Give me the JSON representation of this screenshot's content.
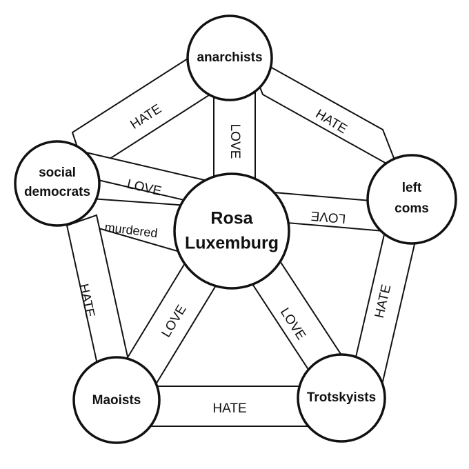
{
  "nodes": {
    "anarchists": {
      "lines": [
        "anarchists"
      ]
    },
    "social_democrats": {
      "lines": [
        "social",
        "democrats"
      ]
    },
    "rosa": {
      "lines": [
        "Rosa",
        "Luxemburg"
      ]
    },
    "left_coms": {
      "lines": [
        "left",
        "coms"
      ]
    },
    "maoists": {
      "lines": [
        "Maoists"
      ]
    },
    "trotskyists": {
      "lines": [
        "Trotskyists"
      ]
    }
  },
  "edges": {
    "anarchists_socdem": "HATE",
    "anarchists_leftcoms": "HATE",
    "anarchists_rosa": "LOVE",
    "socdem_rosa_love": "LOVE",
    "socdem_rosa_murdered": "murdered",
    "leftcoms_rosa": "LOVE",
    "socdem_maoists": "HATE",
    "leftcoms_trotskyists": "HATE",
    "maoists_rosa": "LOVE",
    "trotskyists_rosa": "LOVE",
    "maoists_trotskyists": "HATE"
  }
}
